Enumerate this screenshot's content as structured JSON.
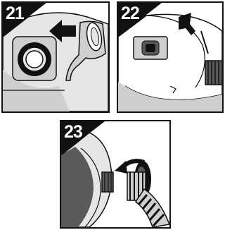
{
  "steps": [
    {
      "number": "21"
    },
    {
      "number": "22"
    },
    {
      "number": "23"
    }
  ],
  "colors": {
    "ink": "#111111",
    "body_gray": "#cfcfcf",
    "light_gray": "#e6e6e6",
    "dark_gray": "#5a5a5a"
  }
}
